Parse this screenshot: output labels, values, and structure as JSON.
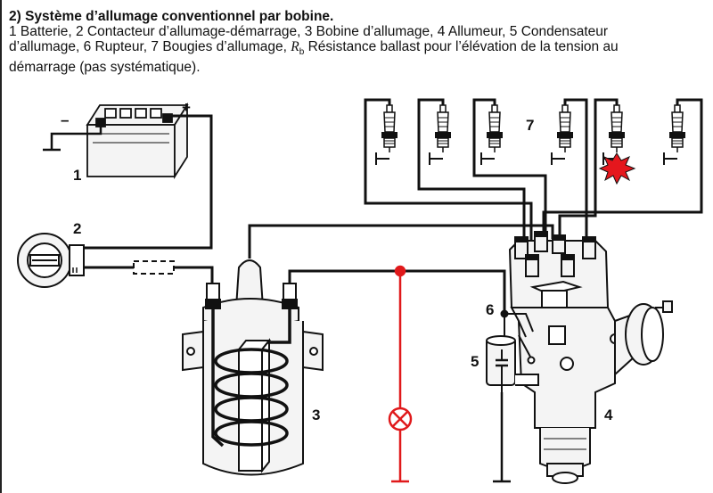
{
  "caption": {
    "title": "2) Système d’allumage conventionnel par bobine.",
    "body_start": "1 Batterie, 2 Contacteur d’allumage-démarrage, 3 Bobine d’allumage, 4 Allumeur, 5 Condensateur d’allumage, 6 Rupteur, 7 Bougies d’allumage, ",
    "rb_symbol": "R",
    "rb_sub": "b",
    "body_end": " Résistance ballast pour l’élévation de la tension au démarrage (pas systématique)."
  },
  "labels": {
    "battery_minus": "–",
    "battery_plus": "+",
    "battery": "1",
    "switch": "2",
    "coil": "3",
    "distributor": "4",
    "condenser": "5",
    "breaker": "6",
    "plugs": "7"
  },
  "colors": {
    "wire": "#111111",
    "test_lamp": "#e0191b",
    "spark_fill": "#e5171d",
    "body_fill": "#f4f4f4"
  }
}
